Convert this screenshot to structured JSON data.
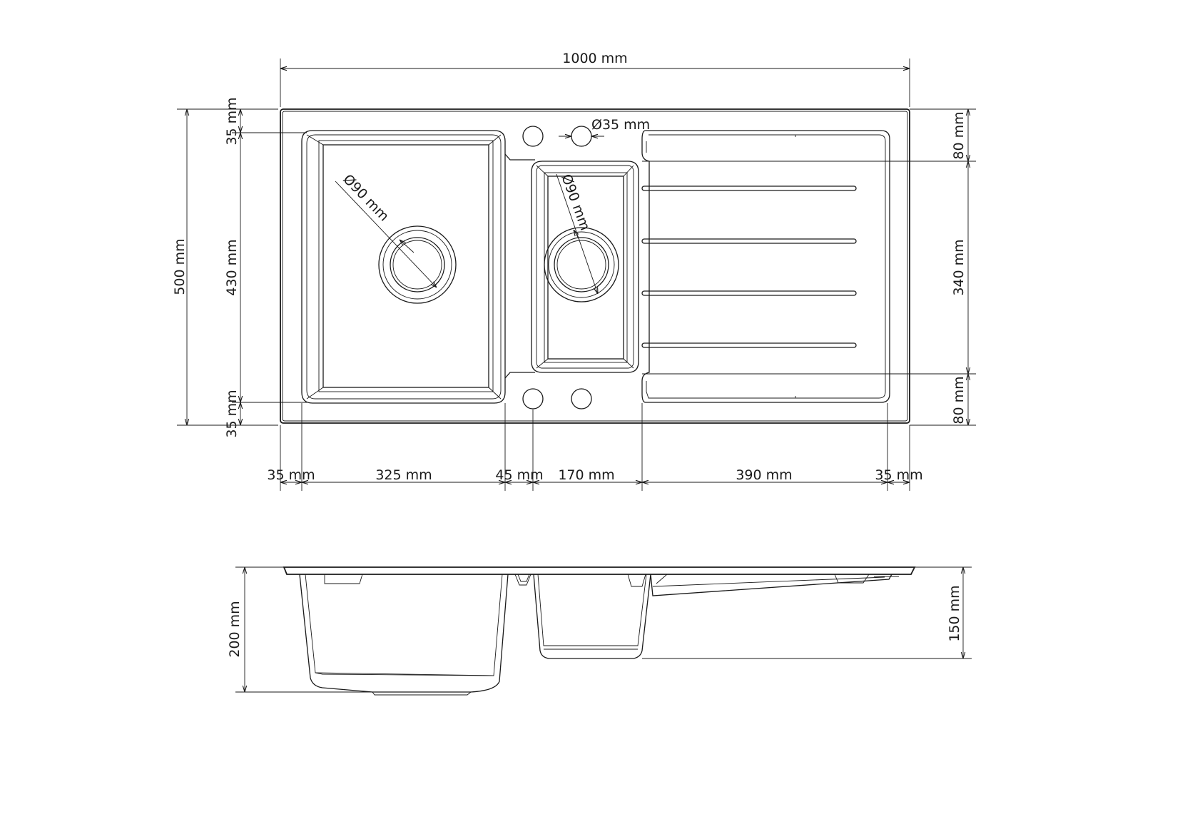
{
  "plan_view": {
    "overall_width": "1000 mm",
    "overall_depth": "500 mm",
    "top_rim": "35 mm",
    "bowl_depth_plan": "430 mm",
    "bottom_rim": "35 mm",
    "drainer_top_margin": "80 mm",
    "drainer_length": "340 mm",
    "drainer_bottom_margin": "80 mm",
    "tap_hole": "Ø35 mm",
    "main_waste": "Ø90 mm",
    "half_waste": "Ø90 mm",
    "widths": [
      "35 mm",
      "325 mm",
      "45 mm",
      "170 mm",
      "390 mm",
      "35 mm"
    ]
  },
  "side_view": {
    "main_bowl_depth": "200 mm",
    "half_bowl_depth": "150 mm"
  }
}
